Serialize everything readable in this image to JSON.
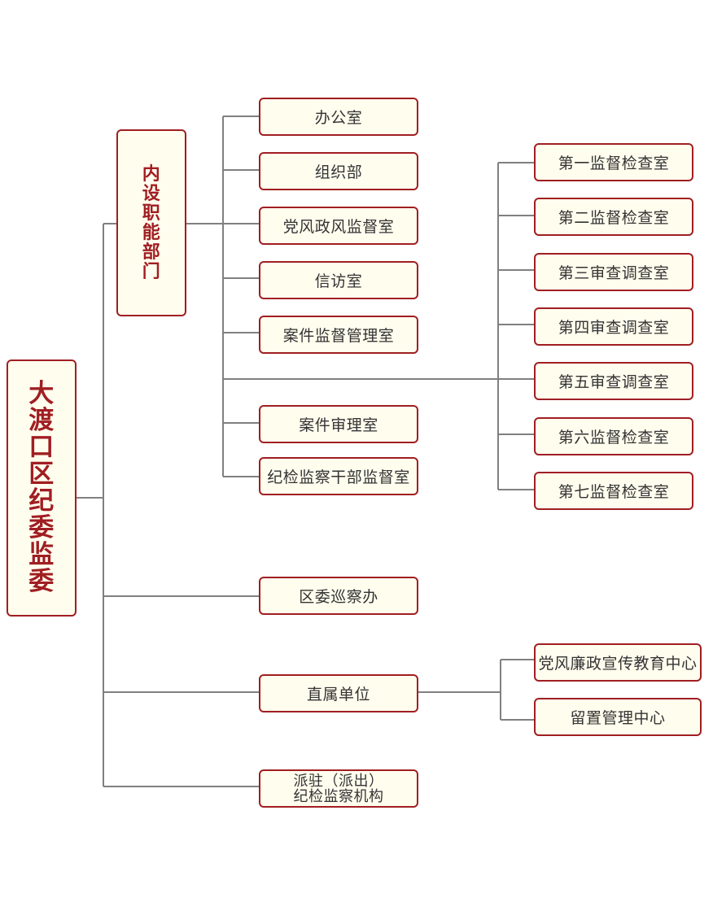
{
  "root": {
    "label": "大渡口区纪委监委"
  },
  "inner_departments": {
    "label": "内设职能部门",
    "items": [
      {
        "label": "办公室"
      },
      {
        "label": "组织部"
      },
      {
        "label": "党风政风监督室"
      },
      {
        "label": "信访室"
      },
      {
        "label": "案件监督管理室"
      },
      {
        "label": "案件审理室"
      },
      {
        "label": "纪检监察干部监督室"
      }
    ],
    "supervision_rooms": [
      {
        "label": "第一监督检查室"
      },
      {
        "label": "第二监督检查室"
      },
      {
        "label": "第三审查调查室"
      },
      {
        "label": "第四审查调查室"
      },
      {
        "label": "第五审查调查室"
      },
      {
        "label": "第六监督检查室"
      },
      {
        "label": "第七监督检查室"
      }
    ]
  },
  "inspection_office": {
    "label": "区委巡察办"
  },
  "affiliated_units": {
    "label": "直属单位",
    "items": [
      {
        "label": "党风廉政宣传教育中心"
      },
      {
        "label": "留置管理中心"
      }
    ]
  },
  "dispatched": {
    "line1": "派驻（派出）",
    "line2": "纪检监察机构"
  },
  "colors": {
    "border": "#a01e22",
    "fill": "#fffdee",
    "title_text": "#a01e22",
    "text": "#333333",
    "connector": "#808080"
  }
}
